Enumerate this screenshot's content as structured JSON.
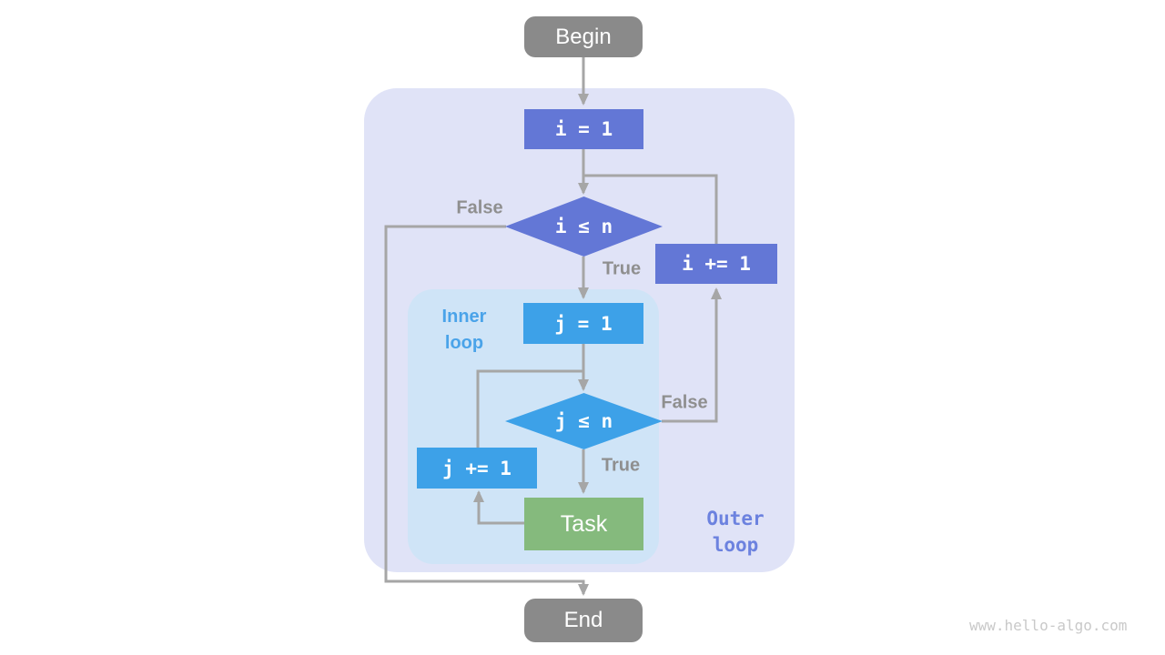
{
  "watermark": "www.hello-algo.com",
  "colors": {
    "node-indigo": "#6377d6",
    "node-blue": "#3da1e8",
    "node-green": "#85ba7d",
    "node-gray": "#8a8a8a",
    "connector": "#a6a6a6",
    "branch-label": "#8f8f8f",
    "outer-bg": "#e0e3f7",
    "inner-bg": "#cfe4f7",
    "inner-label": "#4aa3e9",
    "outer-label": "#6c82df",
    "watermark-color": "#c9c9c9"
  },
  "nodes": {
    "begin": "Begin",
    "init_i": "i = 1",
    "cond_i": "i ≤ n",
    "inc_i": "i += 1",
    "init_j": "j = 1",
    "cond_j": "j ≤ n",
    "inc_j": "j += 1",
    "task": "Task",
    "end": "End"
  },
  "branch_labels": {
    "cond_i_false": "False",
    "cond_i_true": "True",
    "cond_j_false": "False",
    "cond_j_true": "True"
  },
  "region_labels": {
    "inner": {
      "line1": "Inner",
      "line2": "loop"
    },
    "outer": {
      "line1": "Outer",
      "line2": "loop"
    }
  }
}
